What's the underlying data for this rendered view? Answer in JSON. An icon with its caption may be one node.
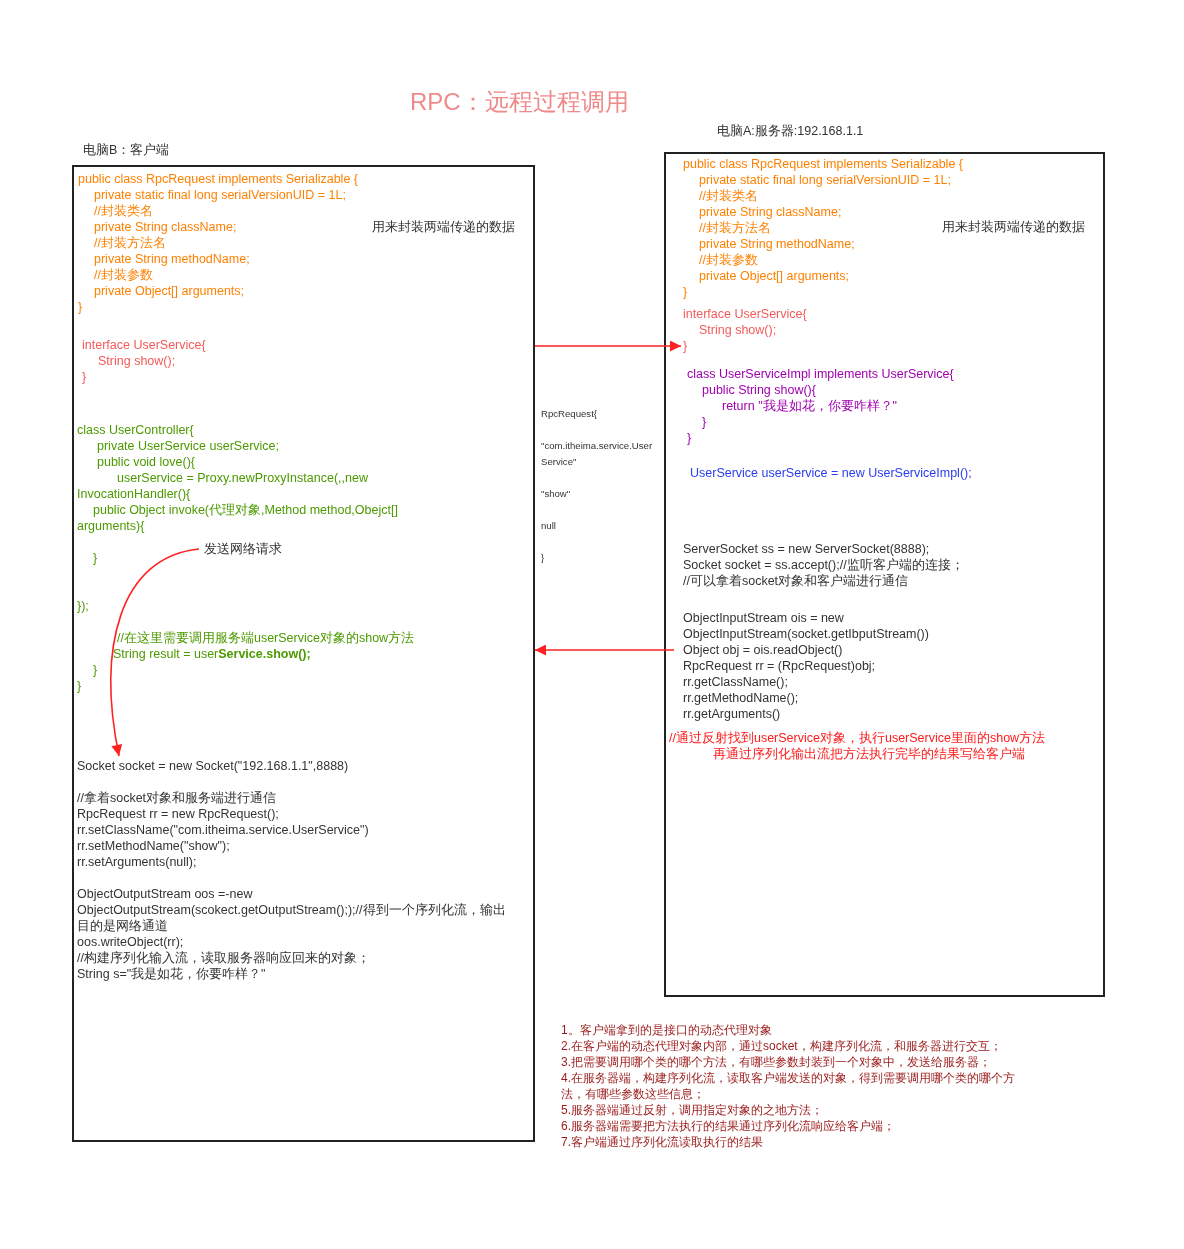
{
  "diagram": {
    "title": "RPC：远程过程调用",
    "nodes": [
      {
        "text": [
          "电脑B：客户端",
          "public class RpcRequest implements Serializable {",
          "private static final long serialVersionUID = 1L;",
          "//封装类名",
          "private String className;",
          "//封装方法名",
          "private String methodName;",
          "//封装参数",
          "private Object[] arguments;",
          "}",
          "用来封装两端传递的数据",
          "interface UserService{",
          "String show();",
          "}",
          "class UserController{",
          "private UserService userService;",
          "public void love(){",
          "userService = Proxy.newProxyInstance(,,new InvocationHandler(){",
          "public Object invoke(代理对象,Method method,Obejct[] arguments){",
          "}",
          "});",
          "//在这里需要调用服务端userService对象的show方法",
          "String result = user**Service.show();**",
          "}",
          "}",
          "//拿着socket对象和服务端进行通信",
          "RpcRequest rr = new RpcRequest();",
          "rr.setClassName(\"com.itheima.service.UserService\")",
          "rr.setMethodName(\"show\");",
          "rr.setArguments(null);",
          "ObjectOutputStream oos =-new",
          "ObjectOutputStream(scokect.getOutputStream(););//得到一个序列化流，输出目的是网络通道",
          "oos.writeObject(rr);",
          "//构建序列化输入流，读取服务器响应回来的对象；",
          "String s=\"我是如花，你要咋样？\""
        ]
      },
      {
        "text": [
          "发送网络请求"
        ],
        "in": 0
      },
      {
        "text": [
          "Socket socket = new Socket(\"192.168.1.1\",8888)"
        ],
        "in": 0
      },
      {
        "text": [
          "电脑A:服务器:192.168.1.1",
          "public class RpcRequest implements Serializable {",
          "private static final long serialVersionUID = 1L;",
          "//封装类名",
          "private String className;",
          "//封装方法名",
          "private String methodName;",
          "//封装参数",
          "private Object[] arguments;",
          "}",
          "用来封装两端传递的数据",
          "class UserServiceImpl implements UserService{",
          "public String show(){",
          "return \"我是如花，你要咋样？\"",
          "}",
          "}",
          "UserService userService = new UserServiceImpl();",
          "ServerSocket ss = new ServerSocket(8888);",
          "Socket socket = ss.accept();//监听客户端的连接；",
          "//可以拿着socket对象和客户端进行通信",
          "//通过反射找到userService对象，执行userService里面的show方法",
          "再通过序列化输出流把方法执行完毕的结果写给客户端"
        ]
      },
      {
        "text": [
          "interface UserService{",
          "String show();",
          "}"
        ],
        "in": 3
      },
      {
        "text": [
          "ObjectInputStream ois = new",
          "ObjectInputStream(socket.getIbputStream())",
          "Object obj = ois.readObject()",
          "RpcRequest rr = (RpcRequest)obj;",
          "rr.getClassName();",
          "rr.getMethodName();",
          "rr.getArguments()"
        ],
        "in": 3
      }
    ],
    "edges": [
      {
        "from": 0,
        "to": 4,
        "arrow": "to"
      },
      {
        "from": 5,
        "to": 0,
        "arrow": "to"
      },
      {
        "from": 1,
        "to": 2,
        "arrow": "to"
      }
    ],
    "labels": [
      "RpcRequest{",
      "\"com.itheima.service.User Service\"",
      "\"show\"",
      "null",
      "}",
      "1。客户端拿到的是接口的动态代理对象",
      "2.在客户端的动态代理对象内部，通过socket，构建序列化流，和服务器进行交互；",
      "3.把需要调用哪个类的哪个方法，有哪些参数封装到一个对象中，发送给服务器；",
      "4.在服务器端，构建序列化流，读取客户端发送的对象，得到需要调用哪个类的哪个方法，有哪些参数这些信息；",
      "5.服务器端通过反射，调用指定对象的之地方法；",
      "6.服务器端需要把方法执行的结果通过序列化流响应给客户端；",
      "7.客户端通过序列化流读取执行的结果"
    ]
  }
}
